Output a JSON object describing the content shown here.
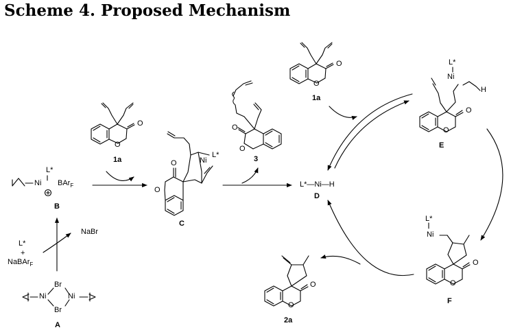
{
  "title": "Scheme 4. Proposed Mechanism",
  "compounds": {
    "A": "A",
    "B": "B",
    "C": "C",
    "D": "D",
    "E": "E",
    "F": "F",
    "s1a_top": "1a",
    "s1a_cycle": "1a",
    "s3": "3",
    "s2a": "2a"
  },
  "reagents": {
    "ligand": "L*",
    "plus": "+",
    "nabar": "NaBAr",
    "nabar_sub": "F",
    "nabr": "NaBr"
  },
  "atoms": {
    "O": "O",
    "Ni": "Ni",
    "Br": "Br",
    "H": "H",
    "ligand": "L*",
    "barf": "BAr",
    "barf_sub": "F",
    "cat_D": "L*—Ni—H"
  }
}
